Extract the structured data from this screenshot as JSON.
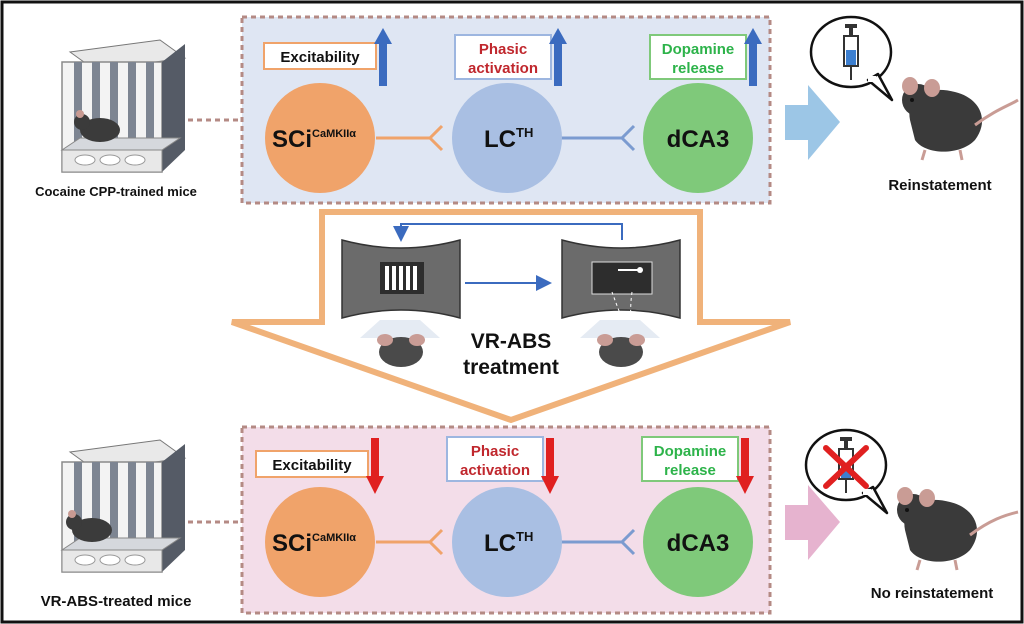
{
  "top": {
    "cage_caption": "Cocaine CPP-trained mice",
    "outcome": "Reinstatement",
    "markers": [
      {
        "text": "Excitability",
        "direction": "up",
        "text_color": "#111111",
        "box_color": "#f0a36a"
      },
      {
        "text": "Phasic",
        "text2": "activation",
        "direction": "up",
        "text_color": "#c0272d",
        "box_color": "#9db6e0"
      },
      {
        "text": "Dopamine",
        "text2": "release",
        "direction": "up",
        "text_color": "#2db34a",
        "box_color": "#7fc97a"
      }
    ],
    "panel_color": "#dfe6f3",
    "arrow_color": "#9cc6e6",
    "marker_arrow_color": "#3b6bbf"
  },
  "bottom": {
    "cage_caption": "VR-ABS-treated mice",
    "outcome": "No reinstatement",
    "markers": [
      {
        "text": "Excitability",
        "direction": "down",
        "text_color": "#111111",
        "box_color": "#f0a36a"
      },
      {
        "text": "Phasic",
        "text2": "activation",
        "direction": "down",
        "text_color": "#c0272d",
        "box_color": "#9db6e0"
      },
      {
        "text": "Dopamine",
        "text2": "release",
        "direction": "down",
        "text_color": "#2db34a",
        "box_color": "#7fc97a"
      }
    ],
    "panel_color": "#f3dde9",
    "arrow_color": "#e6b3cf",
    "marker_arrow_color": "#e02020"
  },
  "nodes": {
    "sci": {
      "label": "SCi",
      "sup": "CaMKIIα",
      "color": "#f0a36a"
    },
    "lc": {
      "label": "LC",
      "sup": "TH",
      "color": "#a9bfe3"
    },
    "dca3": {
      "label": "dCA3",
      "color": "#7fc97a"
    }
  },
  "treatment": {
    "line1": "VR-ABS",
    "line2": "treatment",
    "color": "#f0b27a"
  },
  "icons": {
    "syringe": "syringe-icon",
    "cross": "red-x-icon",
    "mouse": "mouse-icon",
    "cage": "cpp-cage-icon",
    "vr": "vr-screen-icon"
  }
}
